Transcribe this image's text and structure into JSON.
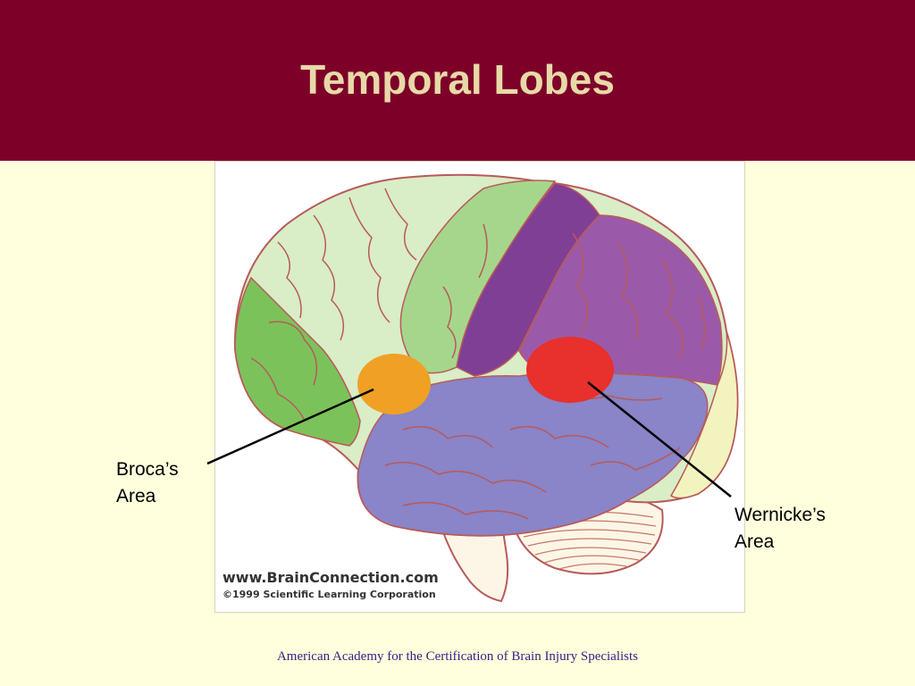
{
  "slide": {
    "title": "Temporal Lobes",
    "footer": "American Academy for the Certification of Brain Injury Specialists"
  },
  "figure": {
    "credit_url": "www.BrainConnection.com",
    "credit_copyright": "©1999 Scientific Learning Corporation"
  },
  "labels": {
    "broca": {
      "line1": "Broca’s",
      "line2": "Area"
    },
    "wernicke": {
      "line1": "Wernicke’s",
      "line2": "Area"
    }
  },
  "colors": {
    "header": "#7d0029",
    "title": "#e8d9a8",
    "background": "#ffffdd",
    "frontal_pale": "#d9edc6",
    "prefrontal_green": "#7cc25a",
    "motor_green": "#a6d68c",
    "parietal_purple": "#9b5aa9",
    "parietal_dark": "#7f3f95",
    "temporal_lobe": "#8a84c8",
    "occipital": "#f3f3bf",
    "cerebellum": "#fdf6e6",
    "gyri_lines": "#b85a5a",
    "broca_area": "#f0a024",
    "wernicke_area": "#e8302c",
    "footer": "#3a1d86"
  }
}
